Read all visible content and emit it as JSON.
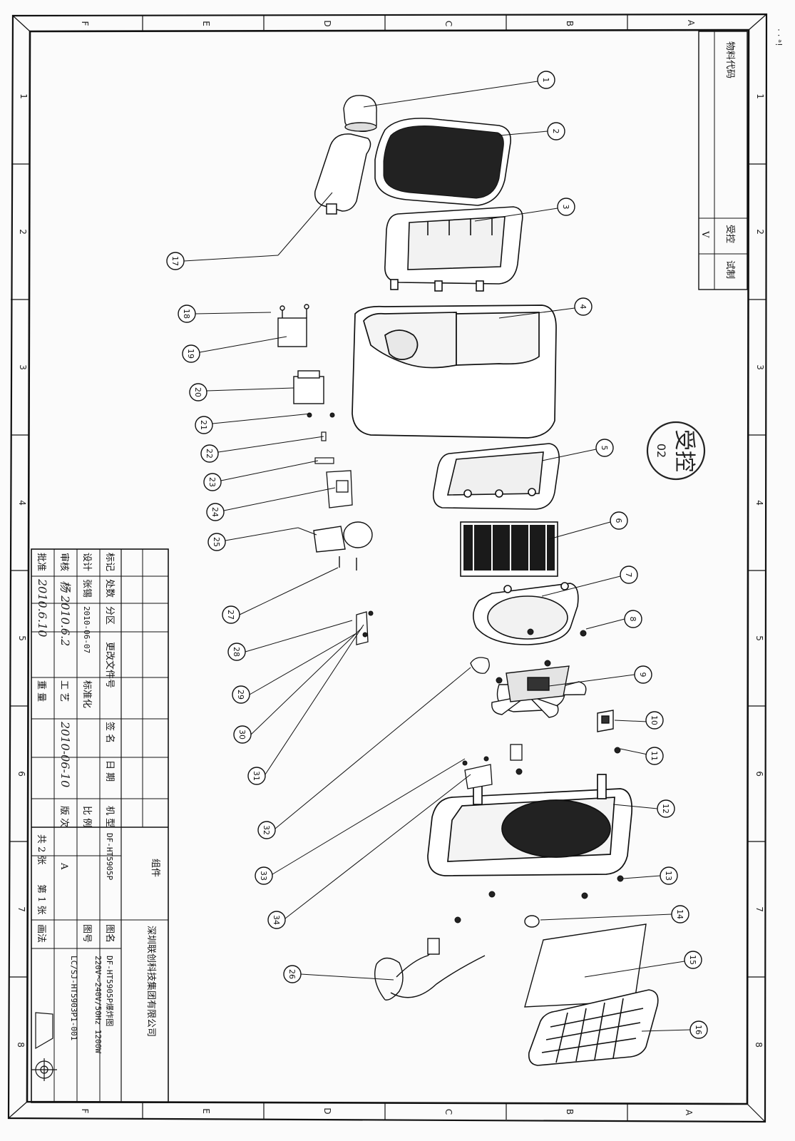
{
  "frame": {
    "zones_horizontal": [
      "F",
      "E",
      "D",
      "C",
      "B",
      "A"
    ],
    "zones_vertical": [
      "1",
      "2",
      "3",
      "4",
      "5",
      "6",
      "7",
      "8"
    ]
  },
  "material_code": {
    "label": "物料代码",
    "controlled_label": "受控",
    "controlled_value": "V",
    "trial_label": "试制"
  },
  "stamp": {
    "text": "受控",
    "number": "02"
  },
  "parts": [
    "1",
    "2",
    "3",
    "4",
    "5",
    "6",
    "7",
    "8",
    "9",
    "10",
    "11",
    "12",
    "13",
    "14",
    "15",
    "16",
    "17",
    "18",
    "19",
    "20",
    "21",
    "22",
    "23",
    "24",
    "25",
    "26",
    "27",
    "28",
    "29",
    "30",
    "31",
    "32",
    "33",
    "34"
  ],
  "title_block": {
    "assembly": "组件",
    "company": "深圳联创科技集团有限公司",
    "model_label": "机 型",
    "model_value": "DF-HT5905P",
    "drawing_name_label": "图名",
    "drawing_name_value": "DF-HT5905P爆炸图",
    "rating": "220V～240V/50Hz  1200W",
    "drawing_no_label": "图号",
    "drawing_no_value": "LC/SJ-HT5903P1-001",
    "scale_label": "比 例",
    "version_label": "版 次",
    "version_value": "A",
    "projection_label": "画法",
    "sheets_total": "共 2 张",
    "sheet_current": "第 1 张",
    "marks_label": "标记",
    "count_label": "处数",
    "zone_label": "分区",
    "change_label": "更改文件号",
    "sign_label": "签 名",
    "date_label": "日 期",
    "design_label": "设计",
    "designer": "张锡",
    "design_date": "2010-06-07",
    "standardize_label": "标准化",
    "review_label": "审核",
    "process_label": "工 艺",
    "weight_label": "重 量",
    "approve_label": "批准",
    "review_sign": "杨 2010.6.2",
    "standardize_sign": "2010-06-10",
    "approve_sign": "2010.6.10"
  },
  "corner_marks": "· ·  ᵃ!"
}
